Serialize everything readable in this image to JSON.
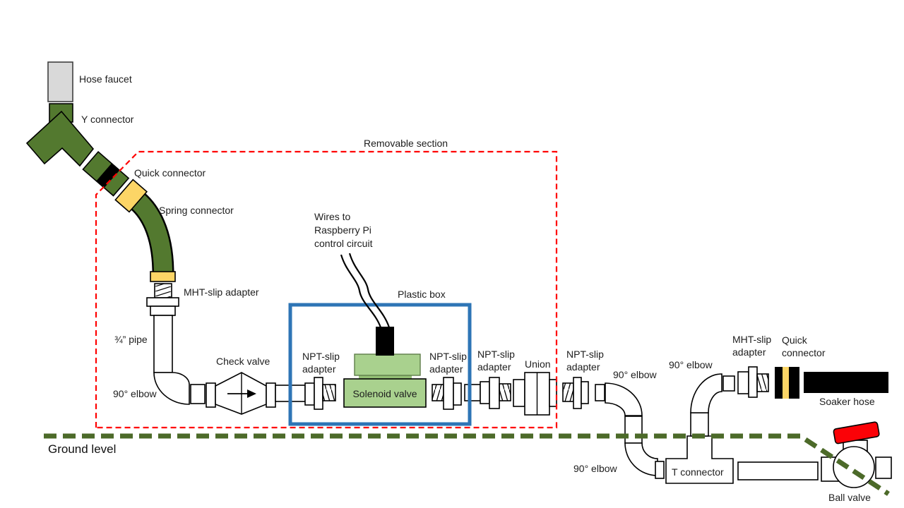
{
  "labels": {
    "hose_faucet": "Hose faucet",
    "y_connector": "Y connector",
    "quick_connector": "Quick connector",
    "spring_connector": "Spring connector",
    "mht_slip_adapter": "MHT-slip adapter",
    "three_quarter_pipe": "¾” pipe",
    "elbow_90": "90° elbow",
    "check_valve": "Check valve",
    "removable_section": "Removable section",
    "wires_note": [
      "Wires to",
      "Raspberry Pi",
      "control circuit"
    ],
    "plastic_box": "Plastic box",
    "npt_slip_line1": "NPT-slip",
    "npt_slip_line2": "adapter",
    "solenoid_valve": "Solenoid valve",
    "union": "Union",
    "mht_line1": "MHT-slip",
    "mht_line2": "adapter",
    "quick_line1": "Quick",
    "quick_line2": "connector",
    "soaker_hose": "Soaker hose",
    "ground_level": "Ground level",
    "t_connector": "T connector",
    "ball_valve": "Ball valve"
  },
  "colors": {
    "hose_green": "#53792f",
    "fitting_yellow": "#fcd566",
    "solenoid_green": "#a9d18e",
    "solenoid_green_dark": "#93bf75",
    "faucet_gray": "#d9d9d9",
    "removable_red": "#ff0000",
    "box_blue": "#2e75b6",
    "ground_green": "#4c6a29",
    "handle_red": "#fb0207",
    "hose_black": "#000000"
  }
}
